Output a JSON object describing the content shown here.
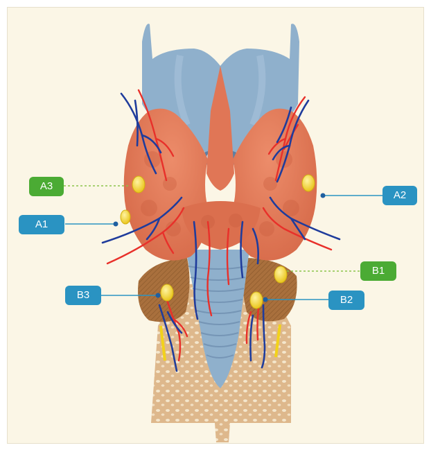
{
  "colors": {
    "background": "#fbf6e6",
    "cartilage": "#8fb0cc",
    "thyroid": "#e27a58",
    "thymus": "#a8703c",
    "tissue": "#deb88c",
    "artery": "#e8302a",
    "vein": "#1f3c9c",
    "gland": "#f2d21a",
    "upper_label": "#4bab34",
    "lower_label": "#2a93c2"
  },
  "labels": [
    {
      "id": "A3",
      "text": "A3",
      "color": "green"
    },
    {
      "id": "A1",
      "text": "A1",
      "color": "blue"
    },
    {
      "id": "A2",
      "text": "A2",
      "color": "blue"
    },
    {
      "id": "B1",
      "text": "B1",
      "color": "green"
    },
    {
      "id": "B3",
      "text": "B3",
      "color": "blue"
    },
    {
      "id": "B2",
      "text": "B2",
      "color": "blue"
    }
  ]
}
